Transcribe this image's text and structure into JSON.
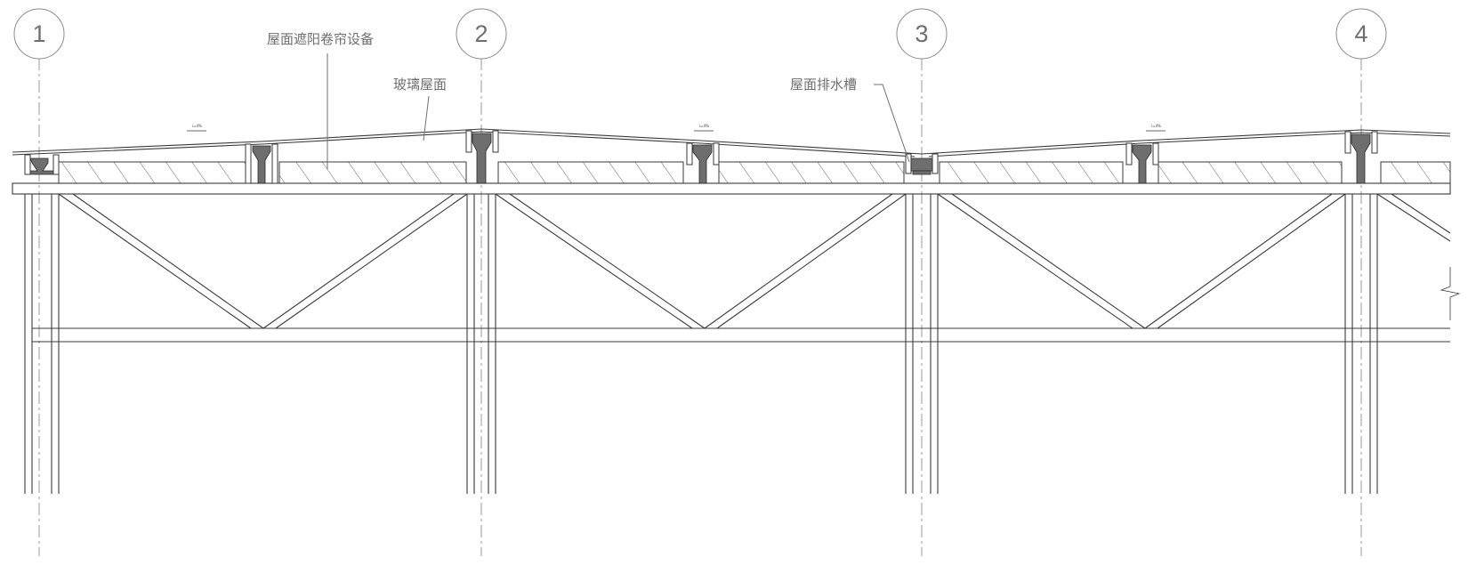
{
  "axes": [
    {
      "id": "axis-1",
      "label": "1"
    },
    {
      "id": "axis-2",
      "label": "2"
    },
    {
      "id": "axis-3",
      "label": "3"
    },
    {
      "id": "axis-4",
      "label": "4"
    }
  ],
  "callouts": {
    "shade_blind": "屋面遮阳卷帘设备",
    "glass_roof": "玻璃屋面",
    "roof_gutter": "屋面排水槽"
  },
  "slope_marks": [
    "i=4%",
    "i=4%",
    "i=4%"
  ],
  "colors": {
    "line": "#3a3a3a",
    "text": "#6f6f6f",
    "steel_fill": "#6e6e6e",
    "background": "#ffffff"
  }
}
